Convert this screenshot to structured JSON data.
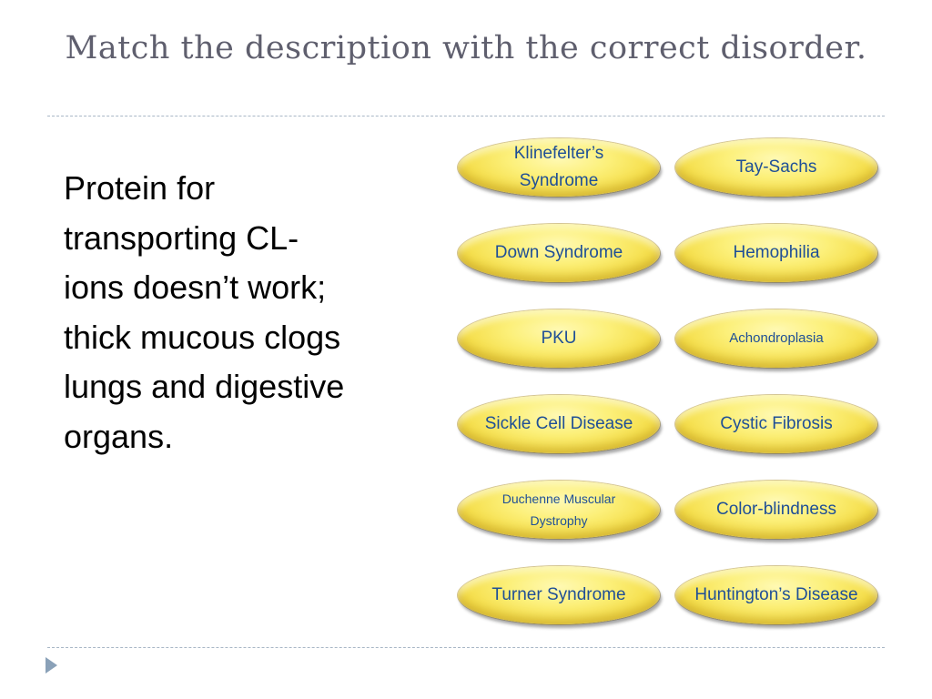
{
  "title": "Match the description with the correct disorder.",
  "description": "Protein for transporting CL- ions doesn’t work; thick mucous clogs lungs and digestive organs.",
  "options": [
    {
      "label": "Klinefelter’s Syndrome"
    },
    {
      "label": "Tay-Sachs"
    },
    {
      "label": "Down Syndrome"
    },
    {
      "label": "Hemophilia"
    },
    {
      "label": "PKU"
    },
    {
      "label": "Achondroplasia"
    },
    {
      "label": "Sickle Cell Disease"
    },
    {
      "label": "Cystic Fibrosis"
    },
    {
      "label": "Duchenne Muscular Dystrophy"
    },
    {
      "label": "Color-blindness"
    },
    {
      "label": "Turner Syndrome"
    },
    {
      "label": "Huntington’s Disease"
    }
  ],
  "colors": {
    "title": "#5f5f6e",
    "pill_text": "#1f4f96",
    "pill_fill": "#fcf07a",
    "rule": "#a9b7c6",
    "bullet": "#8aa1b8"
  },
  "icons": {
    "footer_bullet": "triangle-bullet-icon"
  }
}
